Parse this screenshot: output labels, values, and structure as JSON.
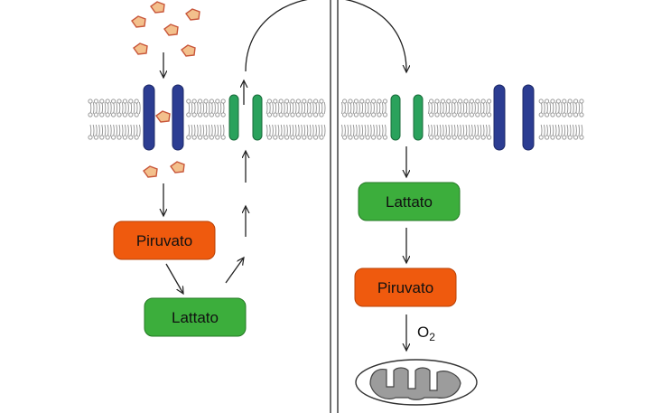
{
  "colors": {
    "pyruvate_box": "#ef5a0e",
    "lactate_box": "#3cae3c",
    "mct_transporter": "#2aa25c",
    "glut_transporter": "#2c3d92",
    "glucose_fill": "#f3c08c",
    "glucose_stroke": "#c8563a",
    "membrane": "#9a9a9a",
    "mitochondrion": "#9c9c9c"
  },
  "left_cell": {
    "pyruvate_label": "Piruvato",
    "lactate_label": "Lattato"
  },
  "right_cell": {
    "lactate_label": "Lattato",
    "pyruvate_label": "Piruvato",
    "oxygen_label": "O",
    "oxygen_subscript": "2"
  },
  "icons": [
    "glucose-molecule-icon",
    "glut-transporter-icon",
    "mct-transporter-icon",
    "mitochondrion-icon"
  ]
}
